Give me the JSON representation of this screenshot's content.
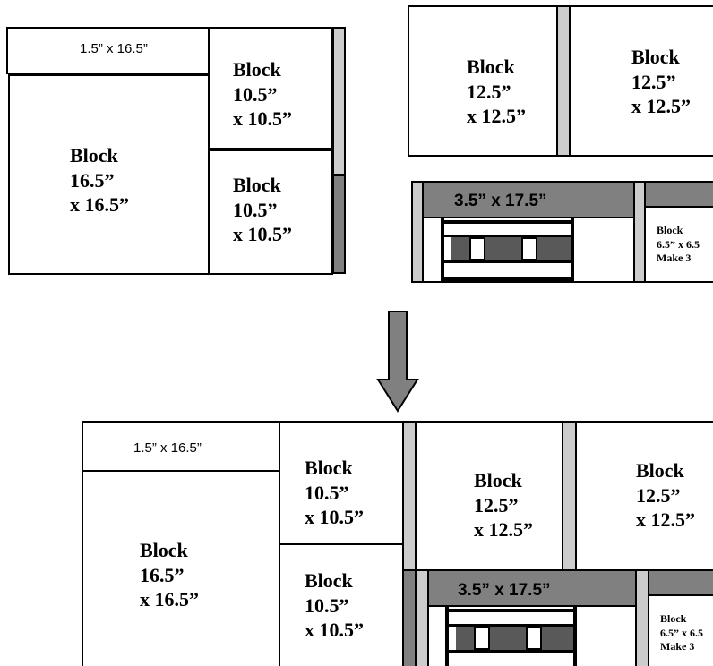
{
  "top_left": {
    "strip_label": "1.5” x 16.5”",
    "big_block": "Block\n16.5”\nx 16.5”",
    "block_a": "Block\n10.5”\nx 10.5”",
    "block_b": "Block\n10.5”\nx 10.5”"
  },
  "top_right": {
    "block_left": "Block\n12.5”\nx 12.5”",
    "block_right": "Block\n12.5”\nx 12.5”"
  },
  "row_unit": {
    "header": "3.5” x 17.5”",
    "small_block": "Block\n6.5” x 6.5\nMake 3"
  },
  "bottom": {
    "strip_label": "1.5” x 16.5”",
    "big_block": "Block\n16.5”\nx 16.5”",
    "block_a": "Block\n10.5”\nx 10.5”",
    "block_b": "Block\n10.5”\nx 10.5”",
    "block_12_left": "Block\n12.5”\nx 12.5”",
    "block_12_right": "Block\n12.5”\nx 12.5”",
    "header": "3.5” x 17.5”",
    "small_block": "Block\n6.5” x 6.5\nMake 3"
  },
  "colors": {
    "light_strip": "#cccccc",
    "dark_strip": "#808080",
    "dark_square": "#595959",
    "arrow": "#808080"
  }
}
